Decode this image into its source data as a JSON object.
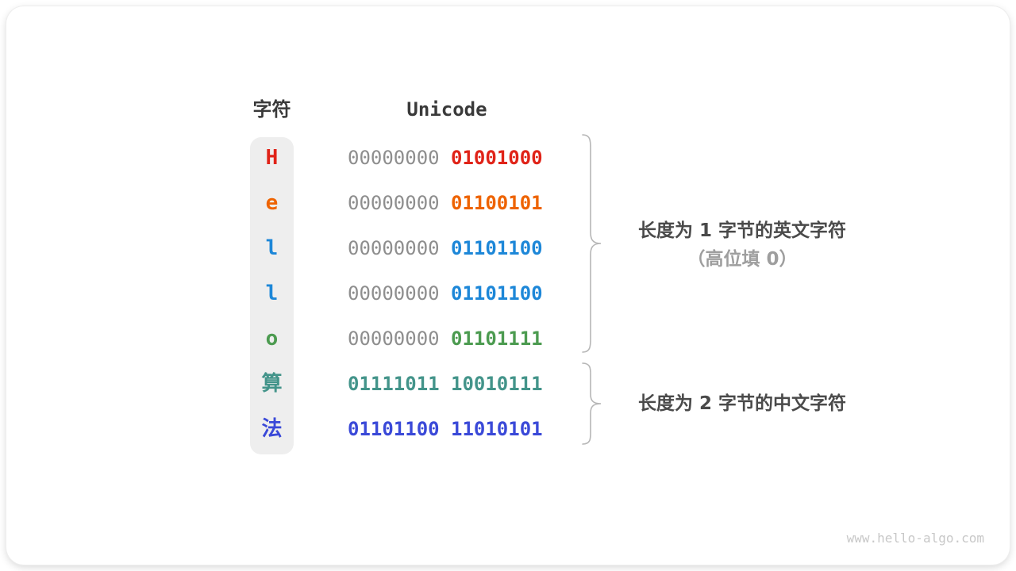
{
  "table": {
    "col_char_header": "字符",
    "col_unicode_header": "Unicode",
    "rows": [
      {
        "char": "H",
        "bytes": [
          "00000000",
          "01001000"
        ],
        "color": "#e02318",
        "first_byte_muted": true
      },
      {
        "char": "e",
        "bytes": [
          "00000000",
          "01100101"
        ],
        "color": "#ee6300",
        "first_byte_muted": true
      },
      {
        "char": "l",
        "bytes": [
          "00000000",
          "01101100"
        ],
        "color": "#1d87d8",
        "first_byte_muted": true
      },
      {
        "char": "l",
        "bytes": [
          "00000000",
          "01101100"
        ],
        "color": "#1d87d8",
        "first_byte_muted": true
      },
      {
        "char": "o",
        "bytes": [
          "00000000",
          "01101111"
        ],
        "color": "#4c9b50",
        "first_byte_muted": true
      },
      {
        "char": "算",
        "bytes": [
          "01111011",
          "10010111"
        ],
        "color": "#43948a",
        "first_byte_muted": false
      },
      {
        "char": "法",
        "bytes": [
          "01101100",
          "11010101"
        ],
        "color": "#3a49d8",
        "first_byte_muted": false
      }
    ],
    "muted_byte_color": "#8e8e8e"
  },
  "annotations": {
    "group1_line1": "长度为 1 字节的英文字符",
    "group1_line2": "（高位填 0）",
    "group2_line1": "长度为 2 字节的中文字符"
  },
  "watermark": "www.hello-algo.com",
  "colors": {
    "card_background": "#ffffff",
    "char_column_background": "#eeeeee",
    "header_text": "#3a3a3a",
    "annotation_dark": "#4a4a4a",
    "annotation_light": "#9e9e9e",
    "brace_stroke": "#b6b6b6",
    "watermark_text": "#c8c8c8"
  }
}
